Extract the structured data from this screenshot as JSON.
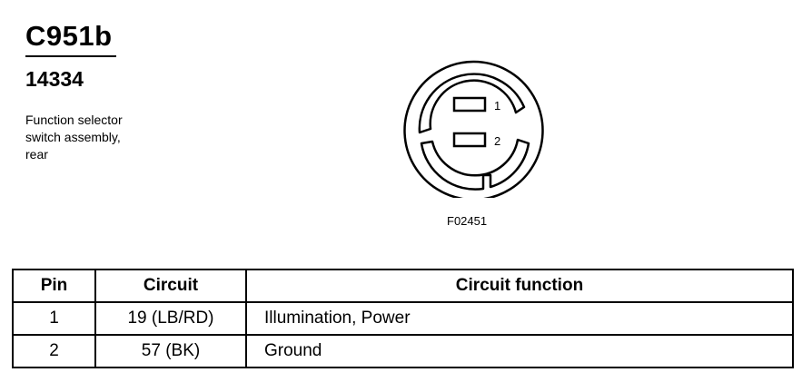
{
  "header": {
    "connector_id": "C951b",
    "part_number": "14334",
    "description_lines": [
      "Function selector",
      "switch assembly,",
      "rear"
    ]
  },
  "diagram": {
    "pin_labels": [
      "1",
      "2"
    ],
    "figure_code": "F02451"
  },
  "table": {
    "headers": [
      "Pin",
      "Circuit",
      "Circuit function"
    ],
    "rows": [
      {
        "pin": "1",
        "circuit": "19 (LB/RD)",
        "function": "Illumination, Power"
      },
      {
        "pin": "2",
        "circuit": "57 (BK)",
        "function": "Ground"
      }
    ]
  }
}
